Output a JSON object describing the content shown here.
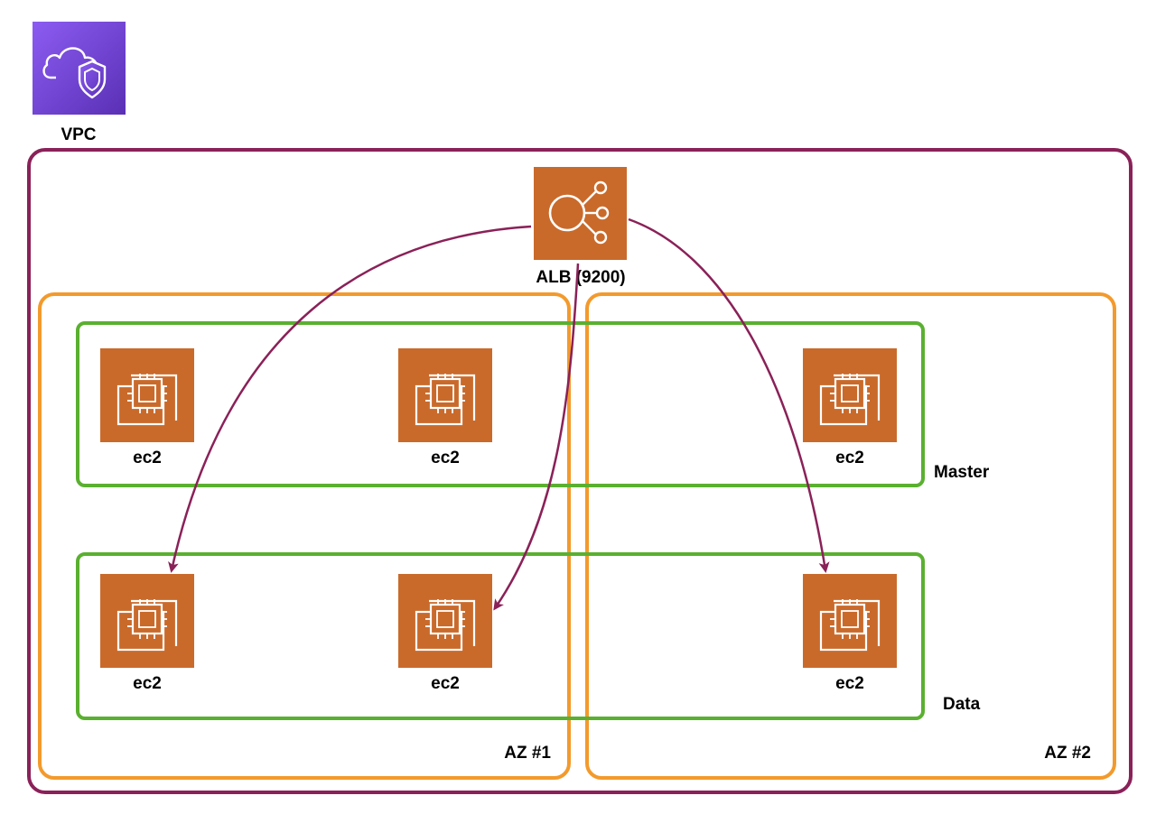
{
  "vpc": {
    "label": "VPC",
    "icon": "vpc-cloud-shield-icon",
    "icon_color_top": "#8c5cf2",
    "icon_color_bottom": "#5a30b5",
    "border_color": "#8a2158"
  },
  "alb": {
    "label": "ALB (9200)",
    "icon": "load-balancer-icon",
    "color": "#c96a2b"
  },
  "groups": {
    "master_label": "Master",
    "data_label": "Data",
    "group_color": "#5ab030"
  },
  "zones": {
    "az1_label": "AZ #1",
    "az2_label": "AZ #2",
    "zone_color": "#f39a2c"
  },
  "instances": {
    "master": [
      {
        "label": "ec2"
      },
      {
        "label": "ec2"
      },
      {
        "label": "ec2"
      }
    ],
    "data": [
      {
        "label": "ec2"
      },
      {
        "label": "ec2"
      },
      {
        "label": "ec2"
      }
    ],
    "icon": "ec2-chip-icon",
    "color": "#c96a2b"
  },
  "arrow_color": "#8a2158"
}
